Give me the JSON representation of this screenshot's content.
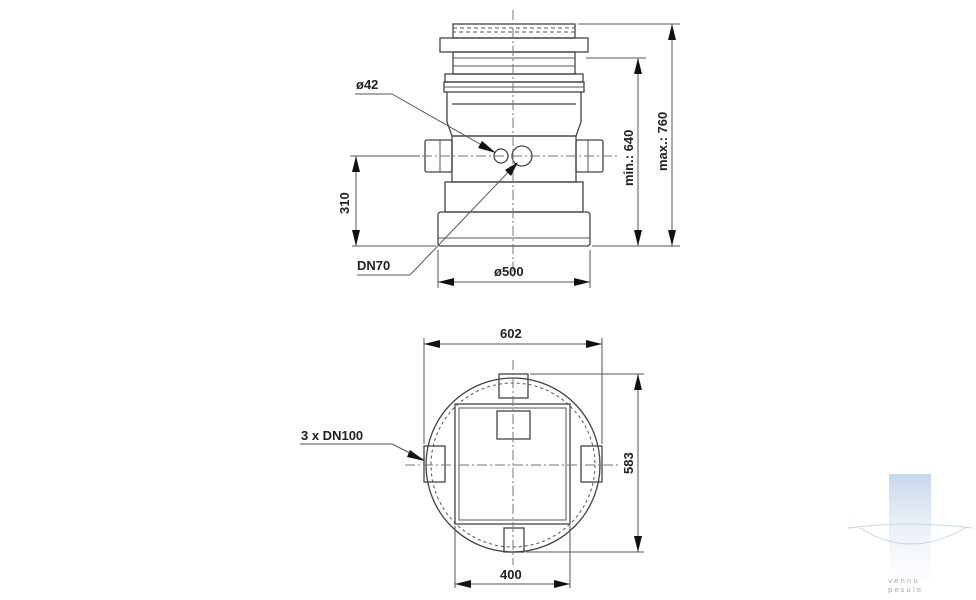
{
  "side_view": {
    "pipe_diameter_label": "ø42",
    "height_label": "310",
    "min_height_label": "min.: 640",
    "max_height_label": "max.: 760",
    "outlet_label": "DN70",
    "diameter_label": "ø500"
  },
  "top_view": {
    "width_label": "602",
    "depth_label": "583",
    "inlets_label": "3 x DN100",
    "grate_width_label": "400"
  },
  "watermark": {
    "line1": "vennu",
    "line2": "pesule"
  }
}
